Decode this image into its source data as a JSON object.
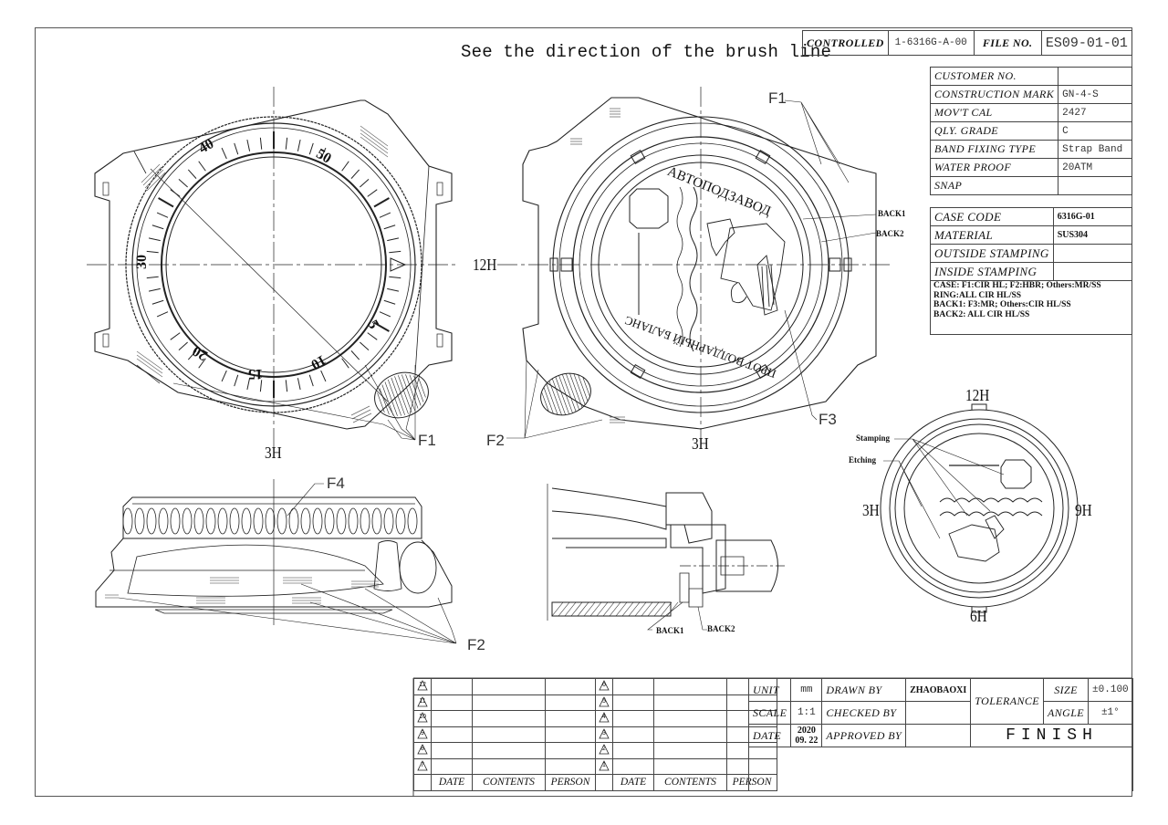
{
  "header": {
    "title": "See the direction of the brush line",
    "controlled_label": "CONTROLLED",
    "controlled_value": "1-6316G-A-00",
    "file_no_label": "FILE NO.",
    "file_no_value": "ES09-01-01"
  },
  "spec_table": {
    "rows": [
      {
        "label": "CUSTOMER NO.",
        "value": ""
      },
      {
        "label": "CONSTRUCTION MARK",
        "value": "GN-4-S"
      },
      {
        "label": "MOV'T CAL",
        "value": "2427"
      },
      {
        "label": "QLY. GRADE",
        "value": "C"
      },
      {
        "label": "BAND FIXING TYPE",
        "value": "Strap Band"
      },
      {
        "label": "WATER PROOF",
        "value": "20ATM"
      },
      {
        "label": "SNAP",
        "value": ""
      }
    ]
  },
  "case_table": {
    "rows": [
      {
        "label": "CASE CODE",
        "value": "6316G-01"
      },
      {
        "label": "MATERIAL",
        "value": "SUS304"
      },
      {
        "label": "OUTSIDE STAMPING",
        "value": ""
      },
      {
        "label": "INSIDE STAMPING",
        "value": ""
      }
    ],
    "notes": [
      "CASE: F1:CIR HL; F2:HBR; Others:MR/SS",
      "RING:ALL CIR HL/SS",
      "BACK1: F3:MR; Others:CIR HL/SS",
      "BACK2: ALL CIR HL/SS"
    ]
  },
  "drawing_labels": {
    "front_12h": "12H",
    "front_3h": "3H",
    "back_3h": "3H",
    "f1_front": "F1",
    "f1_back": "F1",
    "f2_back": "F2",
    "f3_back": "F3",
    "f4_side": "F4",
    "f2_side": "F2",
    "back1": "BACK1",
    "back2": "BACK2",
    "section_back1": "BACK1",
    "section_back2": "BACK2",
    "detail_12h": "12H",
    "detail_3h": "3H",
    "detail_9h": "9H",
    "detail_6h": "6H",
    "stamping": "Stamping",
    "etching": "Etching",
    "bezel_numbers": [
      "40",
      "50",
      "30",
      "5",
      "10",
      "15",
      "20"
    ],
    "caseback_top_text": "АВТОПОДЗАВОД",
    "caseback_bottom_text": "ПРОТ ВОЛДАРНЫЙ БАЛАНС"
  },
  "revision_table": {
    "left_marks": [
      "12",
      "11",
      "10",
      "9",
      "8",
      "7"
    ],
    "right_marks": [
      "6",
      "5",
      "4",
      "3",
      "2",
      "1"
    ],
    "headers": [
      "DATE",
      "CONTENTS",
      "PERSON",
      "DATE",
      "CONTENTS",
      "PERSON"
    ]
  },
  "title_block": {
    "unit_label": "UNIT",
    "unit_value": "mm",
    "scale_label": "SCALE",
    "scale_value": "1:1",
    "date_label": "DATE",
    "date_year": "2020",
    "date_day": "09. 22",
    "drawn_by_label": "DRAWN BY",
    "drawn_by_value": "ZHAOBAOXI",
    "checked_by_label": "CHECKED BY",
    "checked_by_value": "",
    "approved_by_label": "APPROVED BY",
    "approved_by_value": "",
    "tolerance_label": "TOLERANCE",
    "size_label": "SIZE",
    "size_value": "±0.100",
    "angle_label": "ANGLE",
    "angle_value": "±1°",
    "finish_label": "FINISH"
  }
}
